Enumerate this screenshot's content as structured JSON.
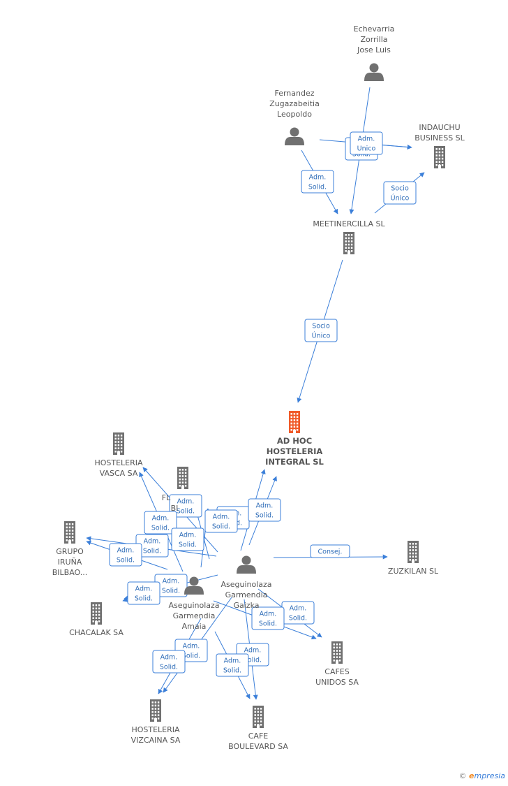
{
  "colors": {
    "edge": "#3b7fd9",
    "node": "#707070",
    "main_node": "#f05a28"
  },
  "nodes": [
    {
      "id": "echevarria",
      "type": "person",
      "label": [
        "Echevarria",
        "Zorrilla",
        "Jose Luis"
      ]
    },
    {
      "id": "fernandez",
      "type": "person",
      "label": [
        "Fernandez",
        "Zugazabeitia",
        "Leopoldo"
      ]
    },
    {
      "id": "indauchu",
      "type": "company",
      "label": [
        "INDAUCHU",
        "BUSINESS SL"
      ]
    },
    {
      "id": "meetinercilla",
      "type": "company",
      "label": [
        "MEETINERCILLA SL"
      ]
    },
    {
      "id": "adhoc",
      "type": "company",
      "main": true,
      "label": [
        "AD HOC",
        "HOSTELERIA",
        "INTEGRAL SL"
      ]
    },
    {
      "id": "hvasca",
      "type": "company",
      "label": [
        "HOSTELERIA",
        "VASCA SA"
      ]
    },
    {
      "id": "fl",
      "type": "company",
      "label": [
        "FL",
        "BI"
      ]
    },
    {
      "id": "iruna",
      "type": "company",
      "label": [
        "GRUPO",
        "IRUÑA",
        "BILBAO..."
      ]
    },
    {
      "id": "gaizka",
      "type": "person",
      "label": [
        "Aseguinolaza",
        "Garmendia",
        "Gaizka"
      ]
    },
    {
      "id": "zuzkilan",
      "type": "company",
      "label": [
        "ZUZKILAN SL"
      ]
    },
    {
      "id": "amaia",
      "type": "person",
      "label": [
        "Aseguinolaza",
        "Garmendia",
        "Amaia"
      ]
    },
    {
      "id": "chacalak",
      "type": "company",
      "label": [
        "CHACALAK SA"
      ]
    },
    {
      "id": "cafes",
      "type": "company",
      "label": [
        "CAFES",
        "UNIDOS SA"
      ]
    },
    {
      "id": "hvizcaina",
      "type": "company",
      "label": [
        "HOSTELERIA",
        "VIZCAINA SA"
      ]
    },
    {
      "id": "boulevard",
      "type": "company",
      "label": [
        "CAFE",
        "BOULEVARD SA"
      ]
    }
  ],
  "edges": [
    {
      "from": "echevarria",
      "to": "meetinercilla",
      "label": [
        "Adm.",
        "Solid."
      ]
    },
    {
      "from": "echevarria",
      "to": "indauchu",
      "label": [
        "Adm.",
        "Unico"
      ]
    },
    {
      "from": "fernandez",
      "to": "indauchu",
      "label": []
    },
    {
      "from": "fernandez",
      "to": "meetinercilla",
      "label": [
        "Adm.",
        "Solid."
      ]
    },
    {
      "from": "meetinercilla",
      "to": "indauchu",
      "label": [
        "Socio",
        "Único"
      ]
    },
    {
      "from": "meetinercilla",
      "to": "adhoc",
      "label": [
        "Socio",
        "Único"
      ]
    },
    {
      "from": "gaizka",
      "to": "adhoc",
      "label": [
        "Adm.",
        "Solid."
      ]
    },
    {
      "from": "amaia",
      "to": "adhoc",
      "label": [
        "Adm.",
        "Solid."
      ]
    },
    {
      "from": "gaizka",
      "to": "zuzkilan",
      "label": [
        "Consej."
      ]
    },
    {
      "from": "gaizka",
      "to": "hvasca",
      "label": [
        "Adm.",
        "Solid."
      ]
    },
    {
      "from": "amaia",
      "to": "hvasca",
      "label": [
        "Adm.",
        "Solid."
      ]
    },
    {
      "from": "gaizka",
      "to": "fl",
      "label": [
        "Adm.",
        "Solid."
      ]
    },
    {
      "from": "amaia",
      "to": "fl",
      "label": [
        "Adm.",
        "Solid."
      ]
    },
    {
      "from": "gaizka",
      "to": "iruna",
      "label": [
        "Adm.",
        "Solid."
      ]
    },
    {
      "from": "amaia",
      "to": "iruna",
      "label": [
        "Adm.",
        "Solid."
      ]
    },
    {
      "from": "gaizka",
      "to": "chacalak",
      "label": [
        "Adm.",
        "Solid."
      ]
    },
    {
      "from": "amaia",
      "to": "chacalak",
      "label": [
        "Adm.",
        "Solid."
      ]
    },
    {
      "from": "gaizka",
      "to": "cafes",
      "label": [
        "Adm.",
        "Solid."
      ]
    },
    {
      "from": "amaia",
      "to": "cafes",
      "label": [
        "Adm.",
        "Solid."
      ]
    },
    {
      "from": "gaizka",
      "to": "hvizcaina",
      "label": [
        "Adm.",
        "Solid."
      ]
    },
    {
      "from": "amaia",
      "to": "hvizcaina",
      "label": [
        "Adm.",
        "Solid."
      ]
    },
    {
      "from": "gaizka",
      "to": "boulevard",
      "label": [
        "Adm.",
        "Solid."
      ]
    },
    {
      "from": "amaia",
      "to": "boulevard",
      "label": [
        "Adm.",
        "Solid."
      ]
    }
  ],
  "footer": {
    "copyright": "©",
    "brand_e": "e",
    "brand_rest": "mpresia"
  }
}
